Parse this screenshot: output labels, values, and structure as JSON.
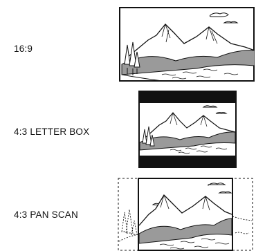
{
  "modes": [
    {
      "label": "16:9"
    },
    {
      "label": "4:3 LETTER BOX"
    },
    {
      "label": "4:3 PAN SCAN"
    }
  ]
}
